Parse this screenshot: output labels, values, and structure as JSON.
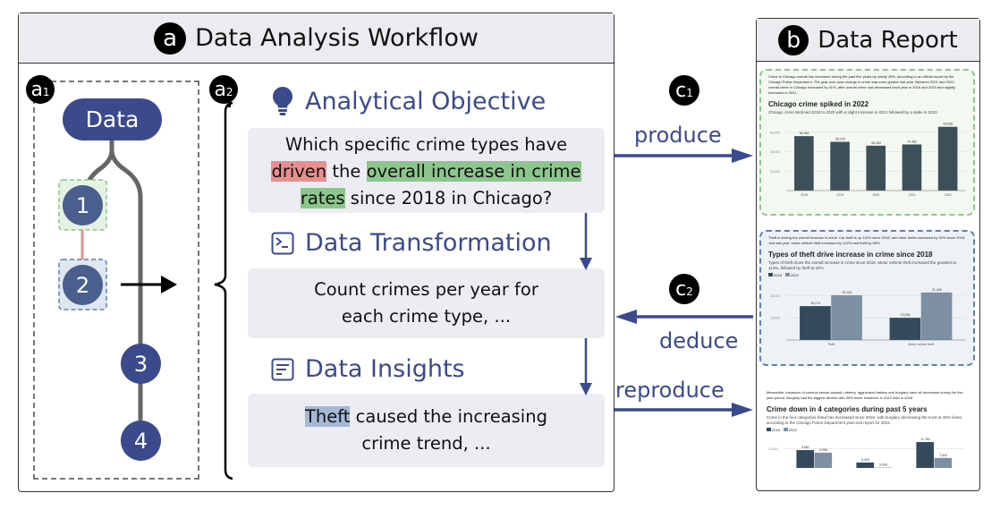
{
  "workflow": {
    "badge": "a",
    "title": "Data Analysis Workflow",
    "a1_badge": "a",
    "a1_sub": "1",
    "a2_badge": "a",
    "a2_sub": "2",
    "data_node": "Data",
    "nodes": [
      "1",
      "2",
      "3",
      "4"
    ],
    "objective": {
      "title": "Analytical Objective",
      "icon": "lightbulb-icon",
      "text_1": "Which specific crime types have",
      "hl_red": "driven",
      "text_2": " the ",
      "hl_green_1": "overall increase in crime",
      "hl_green_2": "rates",
      "text_3": " since 2018 in Chicago?"
    },
    "transformation": {
      "title": "Data Transformation",
      "icon": "terminal-icon",
      "text": "Count crimes per year for each crime type, ..."
    },
    "insights": {
      "title": "Data Insights",
      "icon": "document-icon",
      "hl_blue": "Theft",
      "text": " caused the increasing crime trend, ..."
    }
  },
  "links": {
    "c1_badge": "c",
    "c1_sub": "1",
    "c2_badge": "c",
    "c2_sub": "2",
    "produce": "produce",
    "deduce": "deduce",
    "reproduce": "reproduce"
  },
  "report": {
    "badge": "b",
    "title": "Data Report",
    "sections": [
      {
        "paragraph": "Crime in Chicago overall has increased during the past five years by nearly 28%, according to an official report by the Chicago Police Department. The year-over-year change in crime was even greater last year. Between 2021 and 2022, overall crime in Chicago increased by 41%, after overall crime had decreased each year in 2018 and 2020 and slightly increased in 2021.",
        "title": "Chicago crime spiked in 2022",
        "subtitle": "Chicago crime declined 2018 to 2020 with a slight increase in 2021 followed by a spike in 2022."
      },
      {
        "paragraph": "Theft is driving the overall increase in crime. Car theft is up 114% since 2018, and other thefts increased by 32% since 2018. Just last year, motor vehicle theft increased by 102% and theft by 56%.",
        "title": "Types of theft drive increase in crime since 2018",
        "subtitle": "Types of theft drove the overall increase in crime since 2018. Motor vehicle theft increased the greatest at 114%, followed by theft at 32%.",
        "legend": [
          "2018",
          "2022"
        ]
      },
      {
        "paragraph": "Meanwhile, instances of criminal sexual assault, robbery, aggravated battery and burglary have all decreased during the five-year period. Burglary had the biggest decline with 35% fewer instances in 2022 than in 2018.",
        "title": "Crime down in 4 categories during past 5 years",
        "subtitle": "Crime in the four categories listed has decreased since 2018, with burglary decreasing the most at 35% fewer, according to the Chicago Police Department year-end report for 2022.",
        "legend": [
          "2018",
          "2022"
        ]
      }
    ]
  },
  "chart_data": [
    {
      "type": "bar",
      "categories": [
        "2018",
        "2019",
        "2020",
        "2021",
        "2022"
      ],
      "values": [
        56062,
        50155,
        46183,
        47482,
        65655
      ],
      "labels": [
        "56,062",
        "50,155",
        "46,183",
        "47,482",
        "65,655"
      ],
      "yticks": [
        "60,000",
        "40,000",
        "20,000"
      ],
      "ytick_values": [
        60000,
        40000,
        20000
      ],
      "ylim": [
        0,
        70000
      ],
      "colors": [
        "#3d5059"
      ]
    },
    {
      "type": "bar",
      "categories": [
        "Theft",
        "Motor vehicle theft"
      ],
      "series": [
        {
          "name": "2018",
          "values": [
            15274,
            10004
          ],
          "labels": [
            "15,274",
            "10,004"
          ]
        },
        {
          "name": "2022",
          "values": [
            20194,
            21408
          ],
          "labels": [
            "20,194",
            "21,408"
          ]
        }
      ],
      "yticks": [
        "20,000",
        "10,000"
      ],
      "ytick_values": [
        20000,
        10000
      ],
      "ylim": [
        0,
        25000
      ],
      "colors": [
        "#34495b",
        "#7d90a3"
      ]
    },
    {
      "type": "bar",
      "categories": [
        "",
        "",
        ""
      ],
      "series": [
        {
          "name": "2018",
          "values": [
            9681,
            6425,
            11784
          ],
          "labels": [
            "9,681",
            "6,425",
            "11,784"
          ]
        },
        {
          "name": "2022",
          "values": [
            8996,
            5099,
            7622
          ],
          "labels": [
            "8,996",
            "5,099",
            "7,622"
          ]
        }
      ],
      "yticks": [
        "10,000"
      ],
      "ytick_values": [
        10000
      ],
      "ylim": [
        5000,
        12500
      ],
      "colors": [
        "#34495b",
        "#7d90a3"
      ]
    }
  ],
  "colors": {
    "primary": "#3b4a8c",
    "green": "#8cc68c",
    "red": "#e98e8e",
    "blue": "#5c80b5"
  }
}
